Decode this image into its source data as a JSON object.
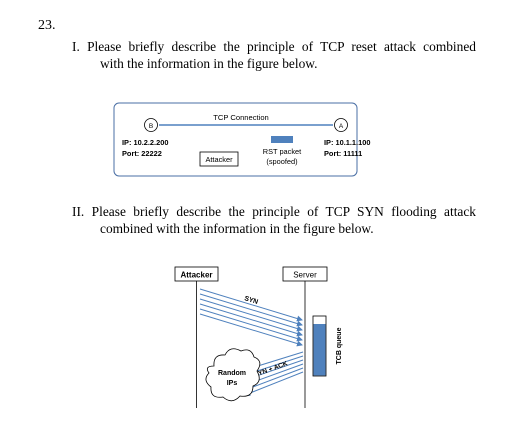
{
  "question": {
    "number": "23.",
    "part1": {
      "line1": "I. Please briefly describe the principle of TCP reset attack combined",
      "line2": "with the information in the figure below."
    },
    "part2": {
      "line1": "II. Please briefly describe the principle of TCP SYN flooding attack",
      "line2": "combined with the information in the figure below."
    }
  },
  "figure1": {
    "connection_label": "TCP Connection",
    "node_b": "B",
    "node_a": "A",
    "b_ip": "IP: 10.2.2.200",
    "b_port": "Port: 22222",
    "a_ip": "IP: 10.1.1.100",
    "a_port": "Port:  11111",
    "attacker": "Attacker",
    "rst_line1": "RST packet",
    "rst_line2": "(spoofed)"
  },
  "figure2": {
    "attacker": "Attacker",
    "server": "Server",
    "syn": "SYN",
    "syn_ack": "SYN + ACK",
    "cloud_line1": "Random",
    "cloud_line2": "IPs",
    "queue": "TCB queue"
  }
}
